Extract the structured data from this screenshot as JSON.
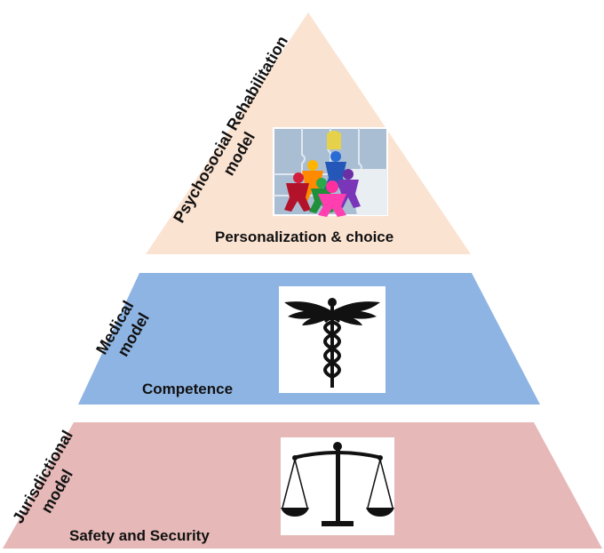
{
  "pyramid": {
    "tiers": [
      {
        "id": "top",
        "side_label_lines": [
          "Psychosocial Rehabilitation",
          "model"
        ],
        "caption": "Personalization & choice",
        "color": "#fbe3d2",
        "image": "puzzle-figures-picture"
      },
      {
        "id": "middle",
        "side_label_lines": [
          "Medical",
          "model"
        ],
        "caption": "Competence",
        "color": "#8eb4e3",
        "image": "caduceus-icon"
      },
      {
        "id": "bottom",
        "side_label_lines": [
          "Jurisdictional",
          "model"
        ],
        "caption": "Safety and Security",
        "color": "#e6b9b8",
        "image": "scales-of-justice-icon"
      }
    ]
  }
}
